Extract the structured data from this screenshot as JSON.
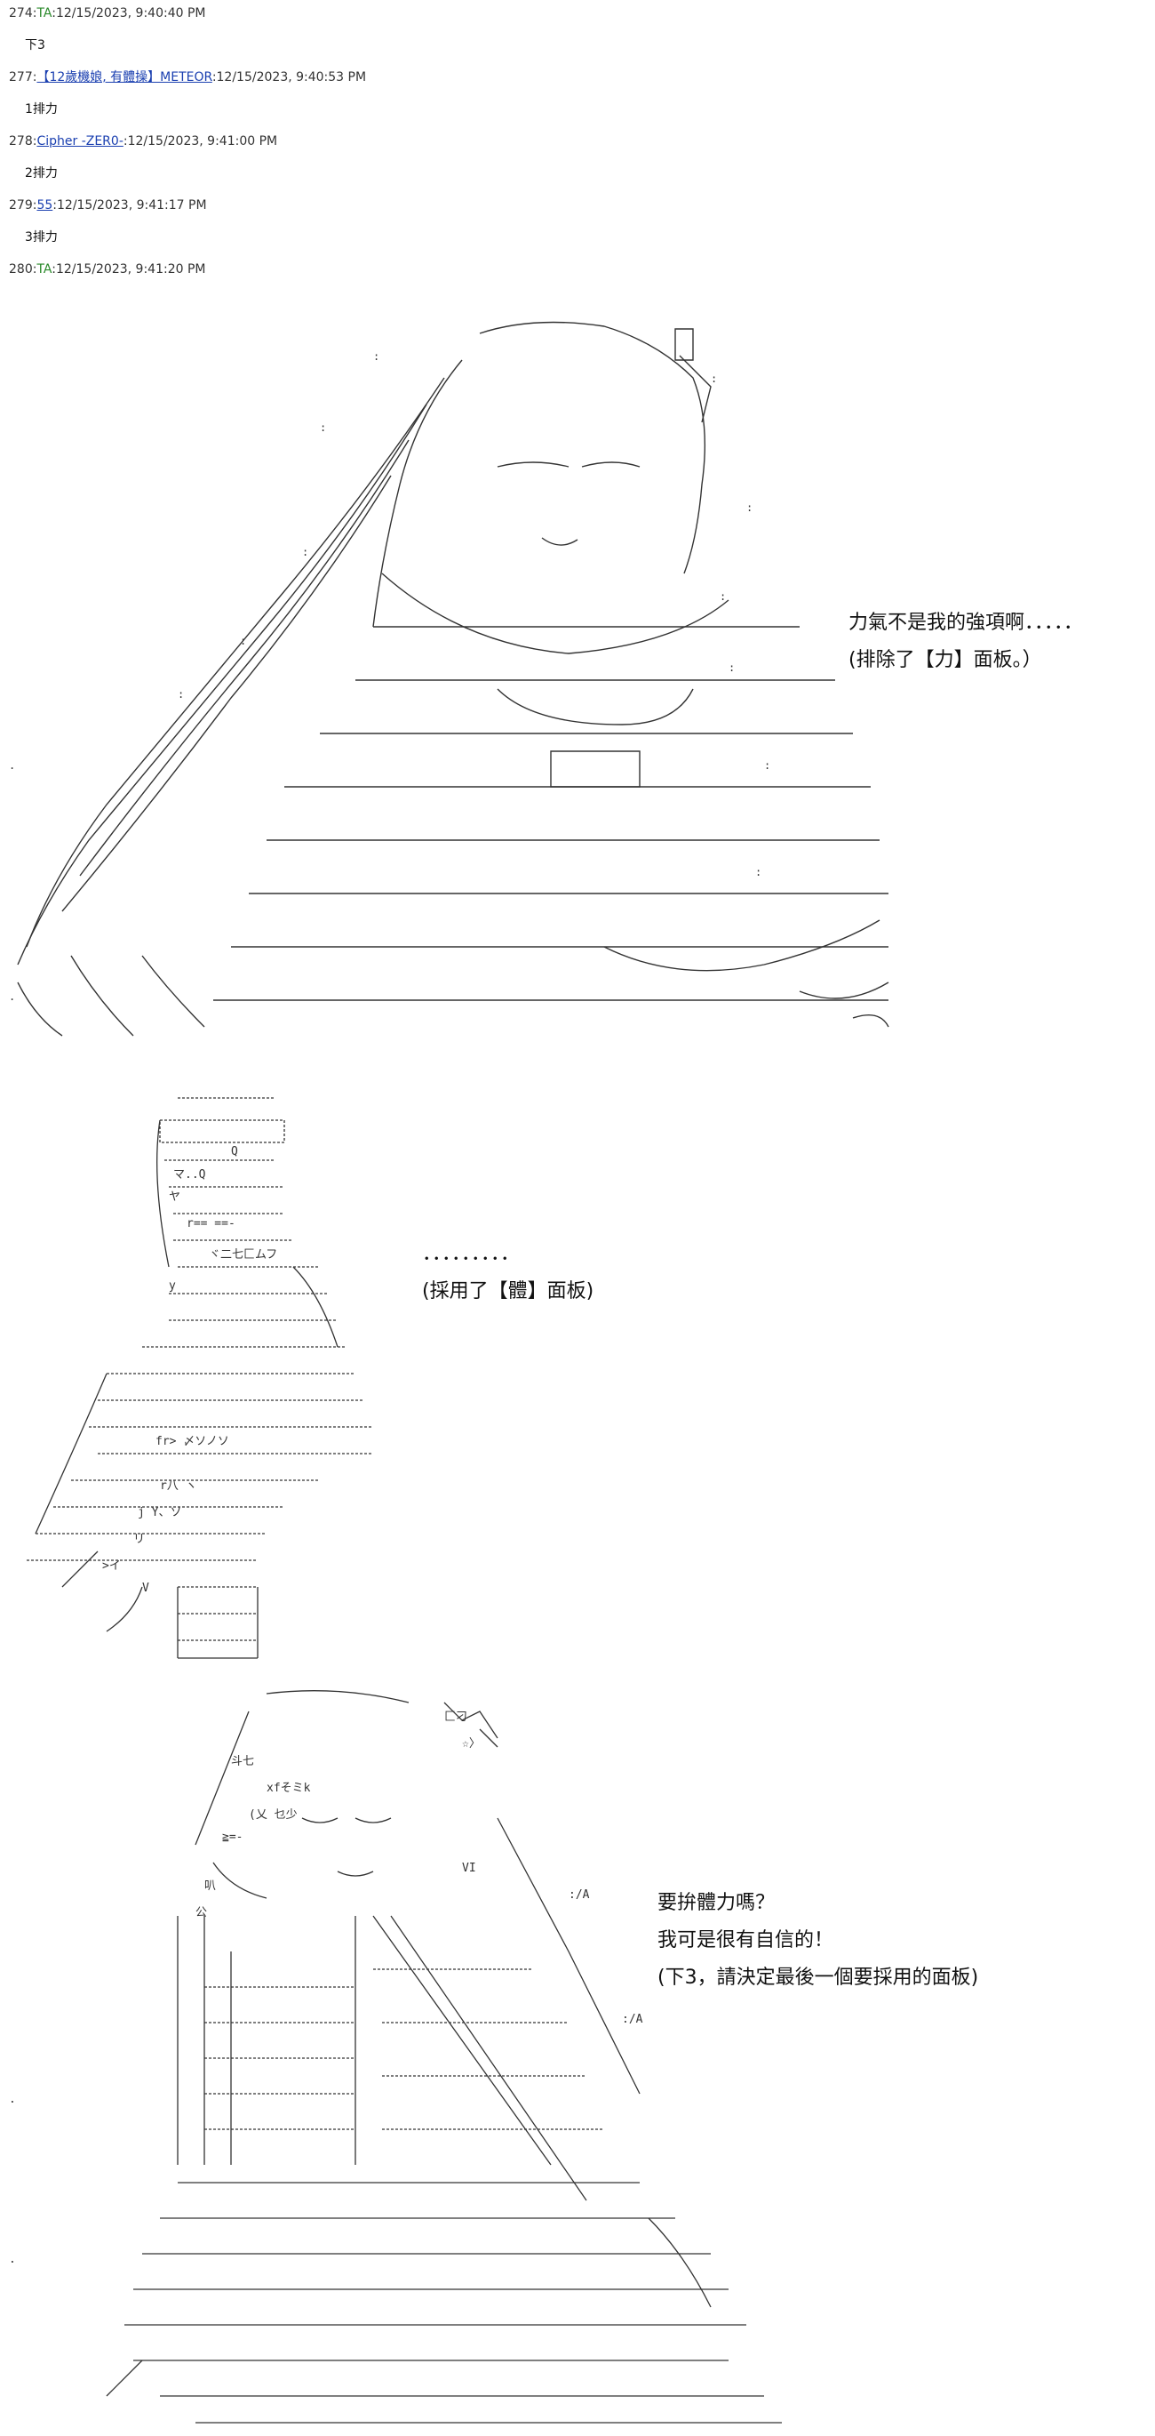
{
  "posts": [
    {
      "num": "274:",
      "name": "TA",
      "name_is_link": false,
      "date": ":12/15/2023, 9:40:40 PM",
      "body": "下3"
    },
    {
      "num": "277:",
      "name": "【12歲機娘, 有體操】METEOR",
      "name_is_link": true,
      "date": ":12/15/2023, 9:40:53 PM",
      "body": "1排力"
    },
    {
      "num": "278:",
      "name": "Cipher -ZER0-",
      "name_is_link": true,
      "date": ":12/15/2023, 9:41:00 PM",
      "body": "2排力"
    },
    {
      "num": "279:",
      "name": "55",
      "name_is_link": true,
      "date": ":12/15/2023, 9:41:17 PM",
      "body": "3排力"
    },
    {
      "num": "280:",
      "name": "TA",
      "name_is_link": false,
      "date": ":12/15/2023, 9:41:20 PM",
      "body": ""
    }
  ],
  "scene1": {
    "lines": [
      "力氣不是我的強項啊．．．．．",
      "(排除了【力】面板。）"
    ]
  },
  "scene2": {
    "lines": [
      "．．．．．．．．．",
      "(採用了【體】面板)"
    ]
  },
  "scene3": {
    "lines": [
      "要拚體力嗎？",
      "我可是很有自信的！",
      "(下3，請決定最後一個要採用的面板)"
    ]
  }
}
